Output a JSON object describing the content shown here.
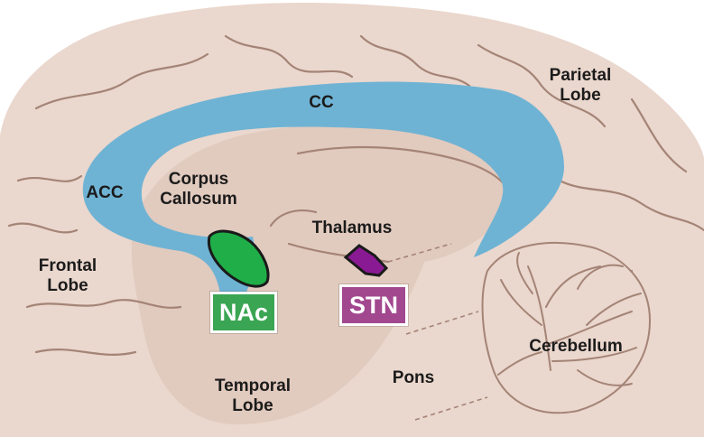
{
  "colors": {
    "background": "#ffffff",
    "brain_tissue": "#ead7cd",
    "brain_shadow": "#d9bfb2",
    "fold_lines": "#a48476",
    "corpus_callosum": "#6fb3d4",
    "nac": "#1fae48",
    "stn": "#8a1a93",
    "nac_badge": "#3aa553",
    "stn_badge": "#a2488f",
    "label_text": "#1b1b1b"
  },
  "labels": {
    "cc": "CC",
    "parietal": [
      "Parietal",
      "Lobe"
    ],
    "acc": "ACC",
    "corpus_callosum": [
      "Corpus",
      "Callosum"
    ],
    "thalamus": "Thalamus",
    "frontal": [
      "Frontal",
      "Lobe"
    ],
    "temporal": [
      "Temporal",
      "Lobe"
    ],
    "pons": "Pons",
    "cerebellum": "Cerebellum"
  },
  "badges": {
    "nac": "NAc",
    "stn": "STN"
  },
  "icons": [
    "brain-sagittal-illustration"
  ]
}
